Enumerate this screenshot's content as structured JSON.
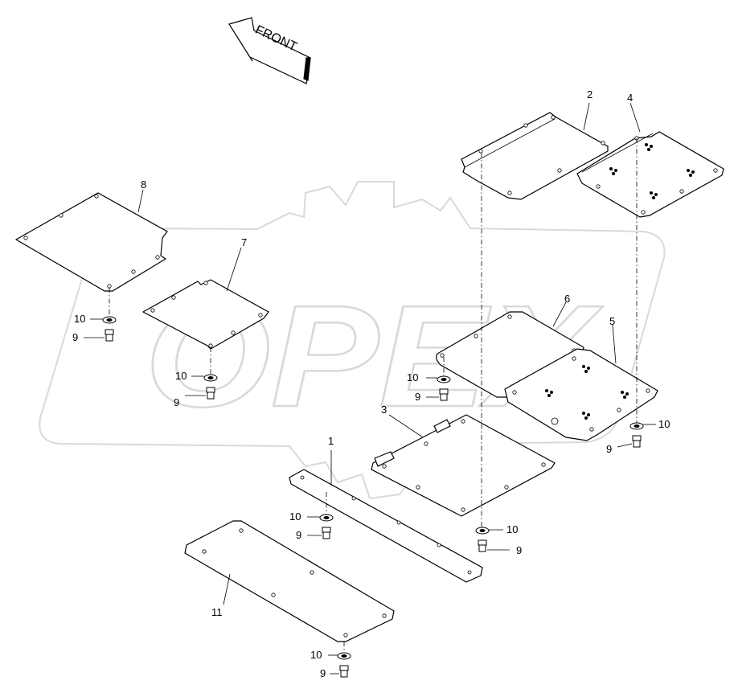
{
  "direction_label": "FRONT",
  "callouts": {
    "p1": "1",
    "p2": "2",
    "p3": "3",
    "p4": "4",
    "p5": "5",
    "p6": "6",
    "p7": "7",
    "p8": "8",
    "p11": "11",
    "n10_a": "10",
    "n9_a": "9",
    "n10_b": "10",
    "n9_b": "9",
    "n10_c": "10",
    "n9_c": "9",
    "n10_d": "10",
    "n9_d": "9",
    "n10_e": "10",
    "n9_e": "9",
    "n10_f": "10",
    "n9_f": "9",
    "n10_g": "10",
    "n9_g": "9"
  },
  "watermark": "OPEX",
  "colors": {
    "ink": "#000000",
    "watermark": "#d9d9d9",
    "background": "#ffffff"
  }
}
